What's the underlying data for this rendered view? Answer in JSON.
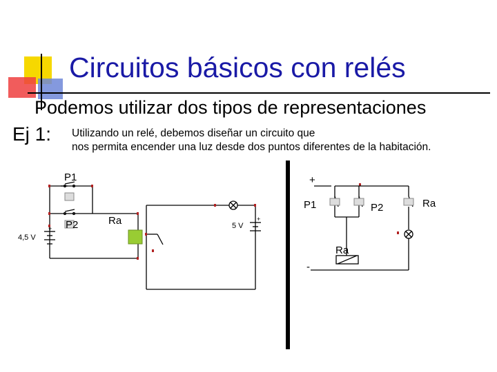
{
  "slide": {
    "title": "Circuitos básicos con relés",
    "bullet": "Podemos utilizar dos tipos de representaciones",
    "example_label": "Ej 1:",
    "description_line1": "Utilizando un relé, debemos diseñar un circuito que",
    "description_line2": "nos permita encender una luz desde dos puntos diferentes de  la habitación."
  },
  "left_circuit": {
    "p1_label": "P1",
    "p2_label": "P2",
    "ra_label": "Ra",
    "battery_left_label": "4,5 V",
    "battery_right_label": "5 V",
    "plus_sign": "+"
  },
  "right_circuit": {
    "plus_label": "+",
    "minus_label": "-",
    "p1_label": "P1",
    "p2_label": "P2",
    "ra_switch_label": "Ra",
    "ra_coil_label": "Ra"
  },
  "colors": {
    "title": "#1a1aa6",
    "deco_yellow": "#f6d800",
    "deco_red": "#ef4040",
    "deco_blue": "#6f87d8",
    "relay_green": "#99cc33",
    "terminal_red": "#b22222"
  }
}
